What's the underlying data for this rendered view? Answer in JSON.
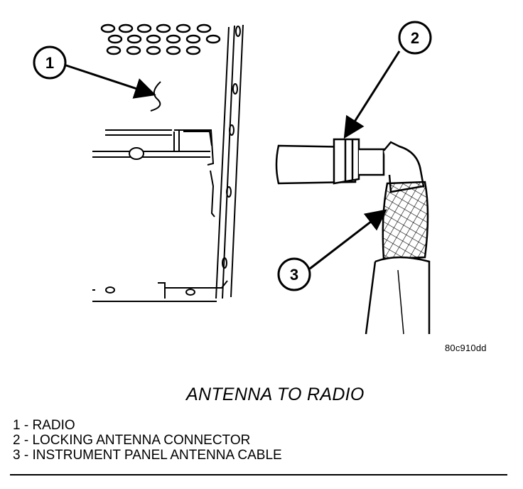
{
  "callouts": [
    "1",
    "2",
    "3"
  ],
  "figure_id": "80c910dd",
  "caption": "ANTENNA TO RADIO",
  "legend": [
    "1 - RADIO",
    "2 - LOCKING ANTENNA CONNECTOR",
    "3 - INSTRUMENT PANEL ANTENNA CABLE"
  ]
}
